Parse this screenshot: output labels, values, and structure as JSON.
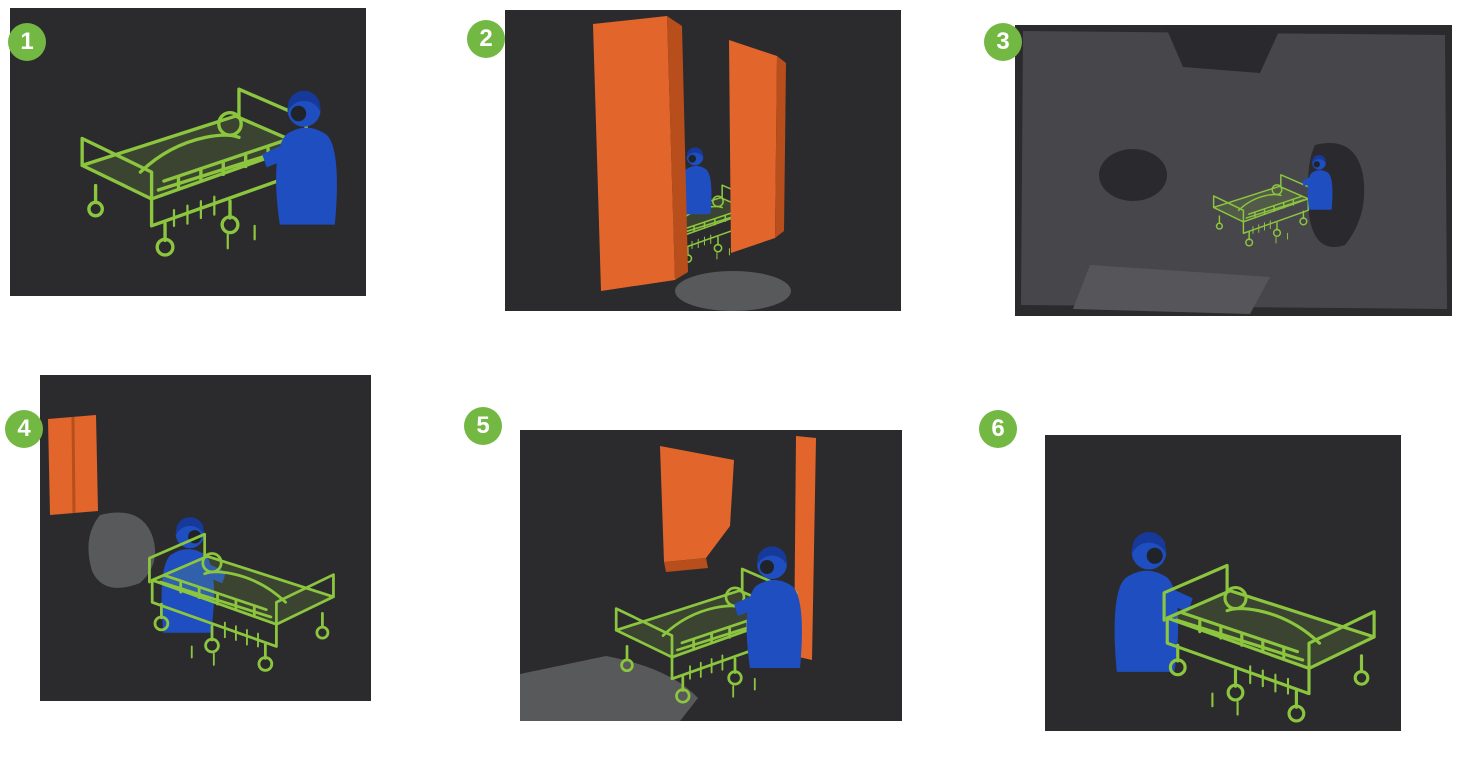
{
  "colors": {
    "page_bg": "#ffffff",
    "panel_bg": "#2b2b2e",
    "badge_green": "#72b843",
    "badge_text": "#ffffff",
    "bed_green": "#8cc63f",
    "caregiver_blue": "#1f4ec0",
    "caregiver_blue_dark": "#16399a",
    "door_orange": "#e2662b",
    "door_orange_dark": "#b94e1d",
    "gray_blob": "#58595b",
    "elevator_gray": "#47474b",
    "elevator_shadow": "#2a2a2e",
    "floor_gray": "#55555a"
  },
  "steps": [
    {
      "number": "1",
      "scene": "caregiver-beside-hospital-bed"
    },
    {
      "number": "2",
      "scene": "bed-between-double-doors"
    },
    {
      "number": "3",
      "scene": "bed-inside-elevator"
    },
    {
      "number": "4",
      "scene": "caregiver-pushing-bed-from-door"
    },
    {
      "number": "5",
      "scene": "bed-passing-open-door"
    },
    {
      "number": "6",
      "scene": "caregiver-pushing-bed-forward"
    }
  ]
}
